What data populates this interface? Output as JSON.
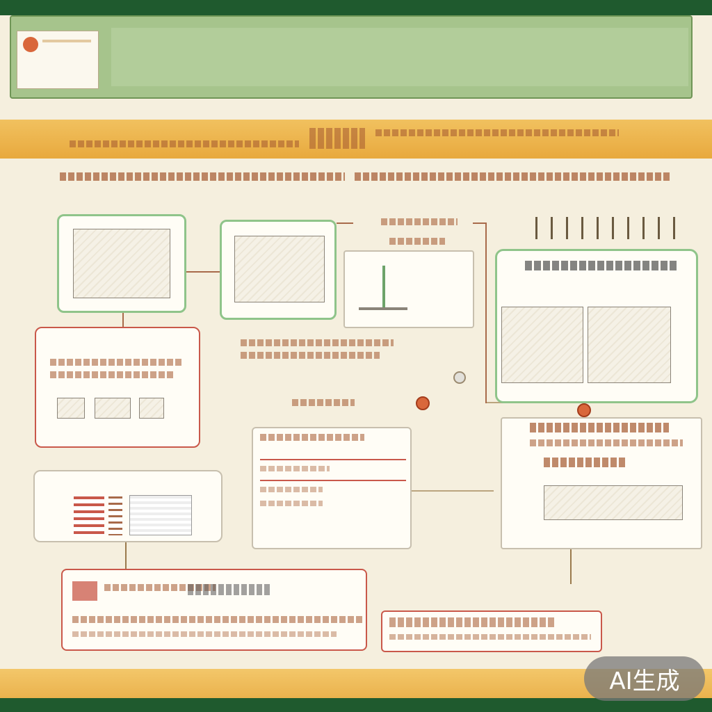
{
  "poster": {
    "title": "",
    "band_heading": "",
    "subheading": "",
    "panels": [
      {
        "id": "panel-top-left",
        "caption": ""
      },
      {
        "id": "panel-top-middle",
        "caption": ""
      },
      {
        "id": "panel-top-center",
        "caption": ""
      },
      {
        "id": "panel-right",
        "caption": ""
      },
      {
        "id": "panel-left-red",
        "caption": ""
      },
      {
        "id": "panel-left-table",
        "caption": ""
      },
      {
        "id": "panel-center-list",
        "caption": ""
      },
      {
        "id": "panel-right-lower",
        "caption": ""
      },
      {
        "id": "panel-bottom-left",
        "caption": ""
      },
      {
        "id": "panel-bottom-right",
        "caption": ""
      }
    ]
  },
  "badge": {
    "label": "AI生成"
  },
  "colors": {
    "frame": "#1f5a2e",
    "banner": "#a6c48c",
    "band": "#e8a93e",
    "background": "#f5efde",
    "accent_red": "#c9584a",
    "accent_green": "#8fc48a"
  }
}
